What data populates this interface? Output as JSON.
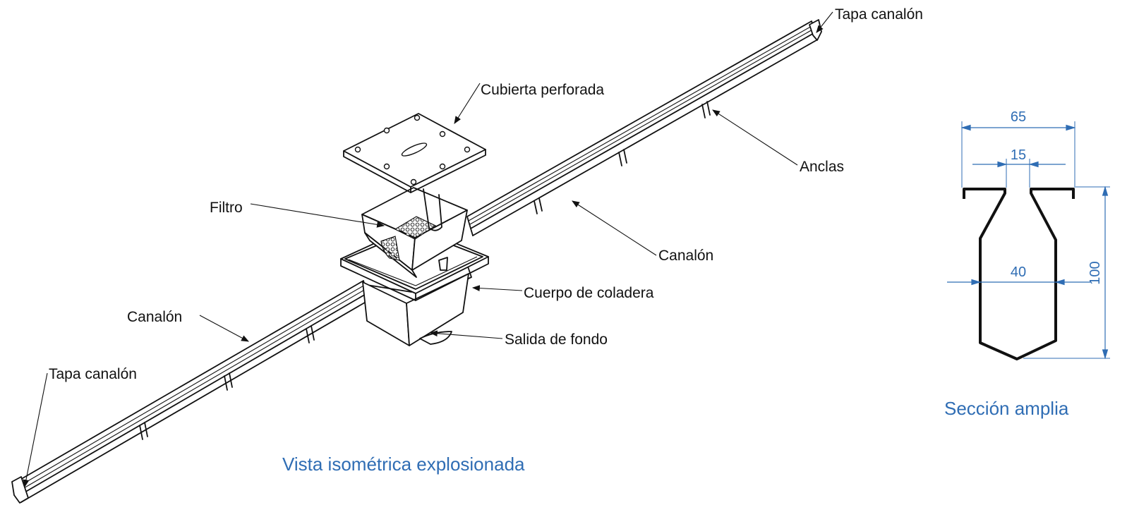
{
  "colors": {
    "ink": "#111111",
    "accent": "#2f6db4"
  },
  "labels": {
    "tapa_top": "Tapa canalón",
    "cubierta": "Cubierta perforada",
    "anclas": "Anclas",
    "filtro": "Filtro",
    "canalon_right": "Canalón",
    "cuerpo": "Cuerpo de coladera",
    "canalon_left": "Canalón",
    "salida": "Salida de fondo",
    "tapa_bottom": "Tapa canalón"
  },
  "titles": {
    "isometric": "Vista isométrica explosionada",
    "section": "Sección amplia"
  },
  "dimensions": {
    "overall_width": "65",
    "slot_width": "15",
    "body_width": "40",
    "height": "100"
  }
}
